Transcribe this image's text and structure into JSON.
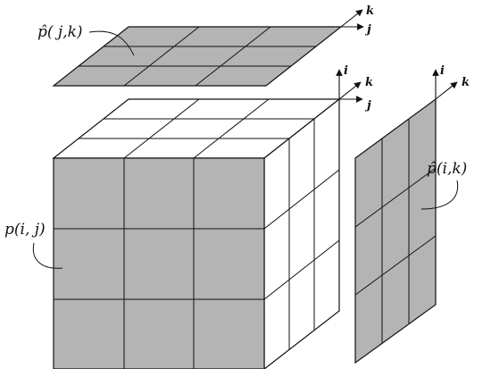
{
  "diagram": {
    "labels": {
      "top_plane": "p̂( j,k)",
      "front_face": "p(i, j)",
      "side_plane": "p̂(i,k)"
    },
    "axes": {
      "top": {
        "x": "j",
        "depth": "k"
      },
      "cube": {
        "up": "i",
        "x": "j",
        "depth": "k"
      },
      "side": {
        "up": "i",
        "depth": "k"
      }
    },
    "grid_divisions": 3,
    "colors": {
      "fill": "#b4b4b4",
      "stroke": "#111111",
      "background": "#ffffff"
    }
  }
}
